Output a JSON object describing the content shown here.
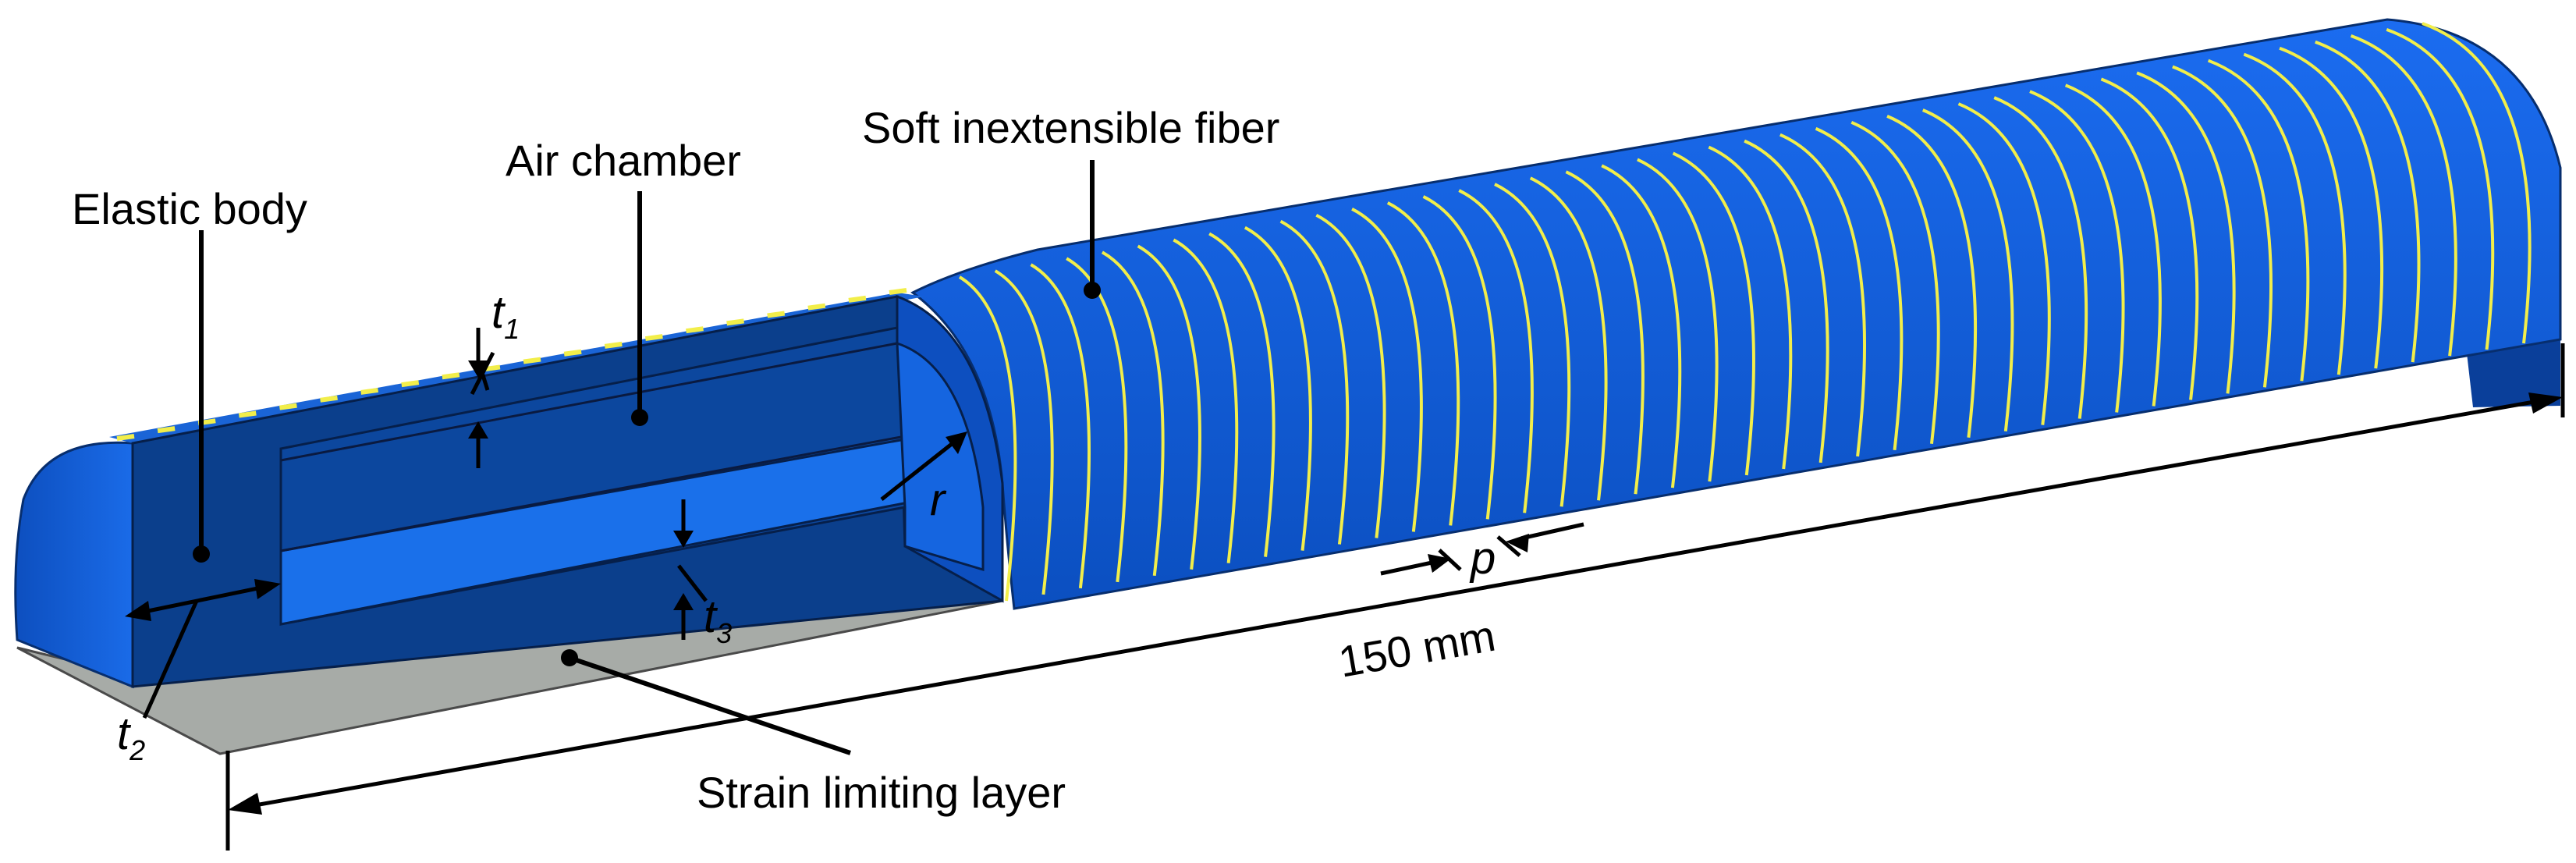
{
  "labels": {
    "elastic_body": "Elastic body",
    "air_chamber": "Air chamber",
    "soft_fiber": "Soft inextensible fiber",
    "strain_layer": "Strain limiting layer",
    "length": "150 mm"
  },
  "symbols": {
    "t1_base": "t",
    "t1_sub": "1",
    "t2_base": "t",
    "t2_sub": "2",
    "t3_base": "t",
    "t3_sub": "3",
    "r": "r",
    "p": "p"
  },
  "colors": {
    "body_dark": "#0b3f8c",
    "body_mid": "#0f55c8",
    "body_light": "#1565e0",
    "chamber_floor": "#1a70ea",
    "strain_layer": "#a7aba7",
    "fiber": "#f2ee4a"
  }
}
